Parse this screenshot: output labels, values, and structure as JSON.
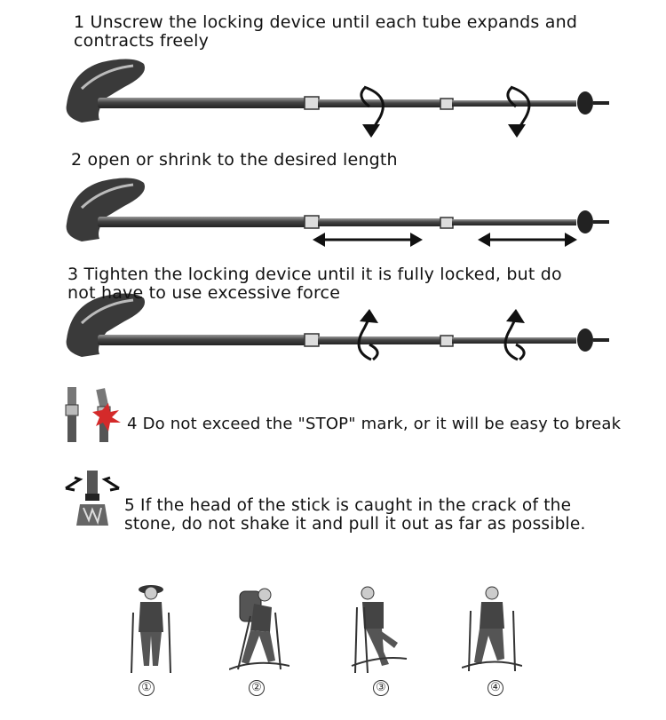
{
  "steps": [
    {
      "text": "1 Unscrew the locking device until each tube expands and\ncontracts freely"
    },
    {
      "text": "2 open or shrink to the desired length"
    },
    {
      "text": "3 Tighten the locking device until it is fully locked, but do\nnot have to use excessive force"
    },
    {
      "text": "4 Do not exceed the \"STOP\" mark, or it will be easy to break"
    },
    {
      "text": "5 If the head of the stick is caught in the crack of the\nstone, do not shake it and pull it out as far as possible."
    }
  ],
  "hikers": [
    "①",
    "②",
    "③",
    "④"
  ],
  "icons": [
    "rotate-down-arrow-icon",
    "double-arrow-icon",
    "rotate-up-arrow-icon",
    "broken-tube-icon",
    "shake-warning-icon"
  ],
  "colors": {
    "ink": "#111111",
    "pole": "#555555",
    "warning": "#d42a2a"
  }
}
